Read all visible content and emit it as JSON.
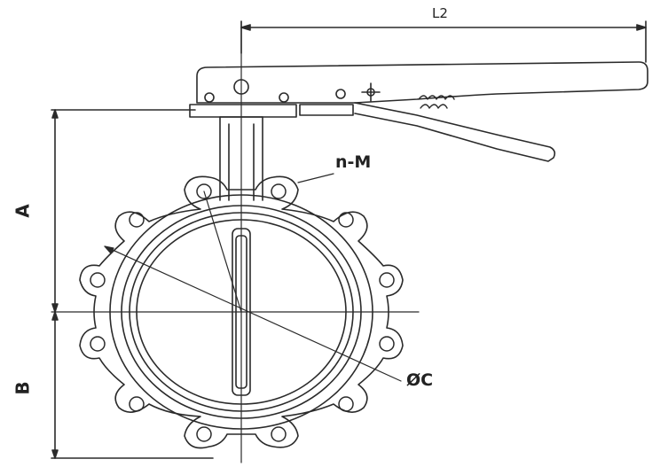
{
  "labels": {
    "l2": "L2",
    "n_m": "n-M",
    "dia_c": "ØC",
    "a": "A",
    "b": "B"
  },
  "colors": {
    "line": "#2a2a2a",
    "background": "#ffffff"
  }
}
